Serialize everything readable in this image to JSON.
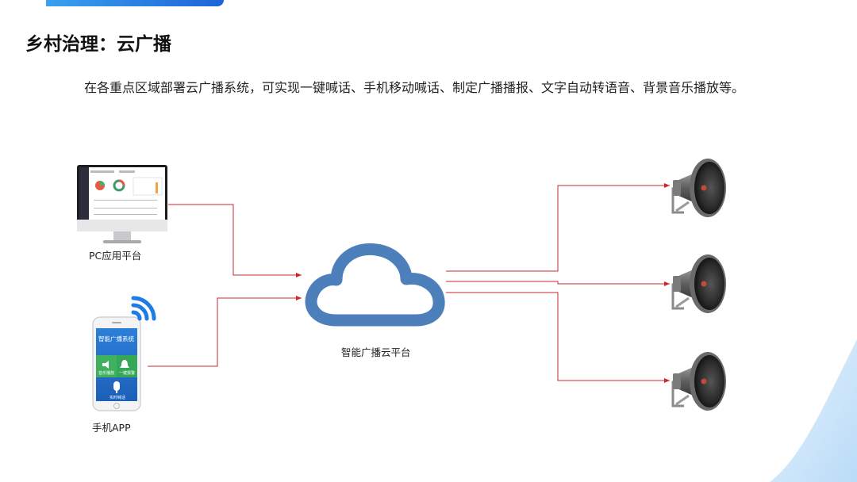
{
  "page": {
    "title": "乡村治理：云广播",
    "description": "在各重点区域部署云广播系统，可实现一键喊话、手机移动喊话、制定广播播报、文字自动转语音、背景音乐播放等。"
  },
  "diagram": {
    "nodes": {
      "pc": {
        "label": "PC应用平台"
      },
      "phone": {
        "label": "手机APP",
        "screen_title": "智能广播系统",
        "btn1": "音乐播放",
        "btn2": "一键报警",
        "btn3": "实时喊话"
      },
      "cloud": {
        "label": "智能广播云平台"
      },
      "speakers": [
        {
          "id": "speaker-1"
        },
        {
          "id": "speaker-2"
        },
        {
          "id": "speaker-3"
        }
      ]
    },
    "colors": {
      "arrow": "#c8282c",
      "cloud": "#4d7fba",
      "accent": "#1e63d6"
    }
  }
}
